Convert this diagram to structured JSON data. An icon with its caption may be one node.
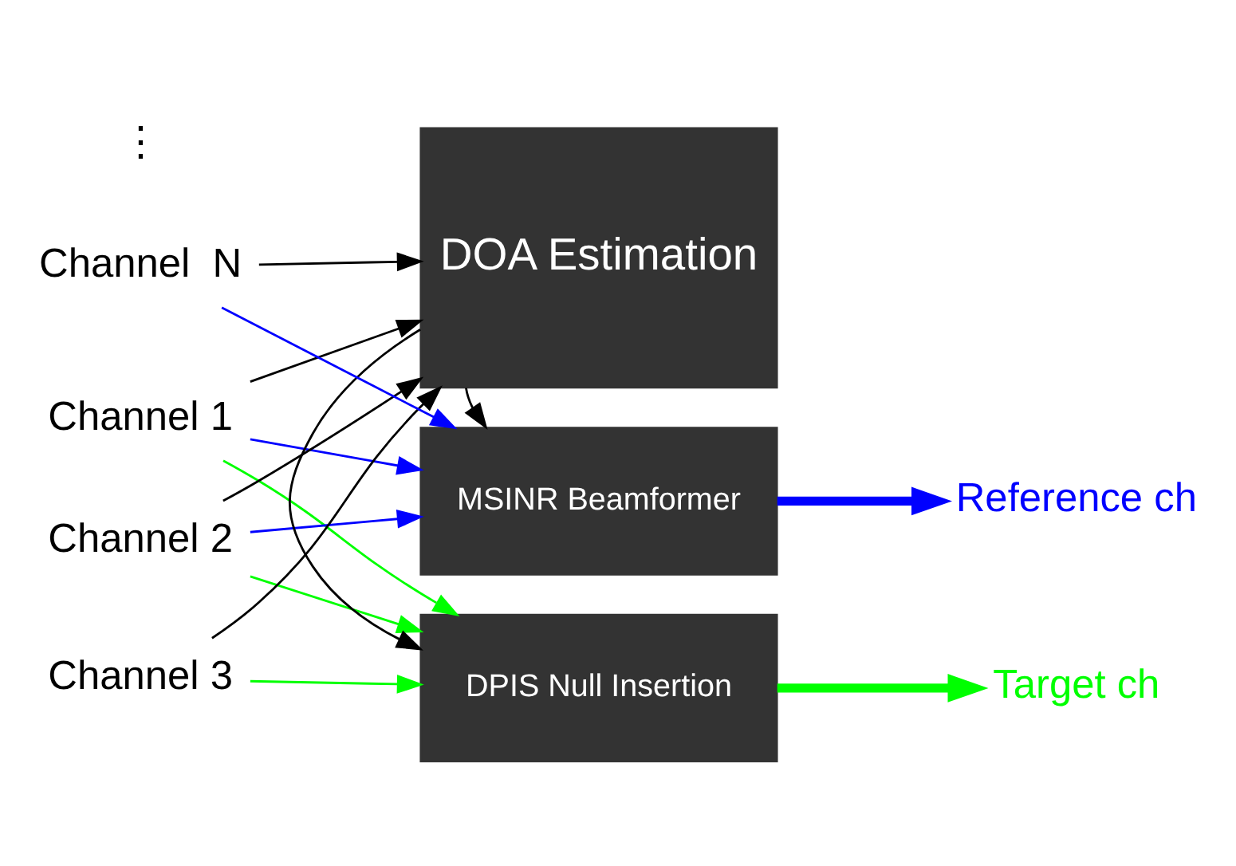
{
  "diagram": {
    "nodes": [
      {
        "text": [
          "MSINR Beamformer"
        ]
      },
      {
        "text": [
          "Reference ch"
        ]
      },
      {
        "text": [
          "Channel 1"
        ]
      },
      {
        "text": [
          "Channel 2"
        ]
      },
      {
        "text": [
          "Channel 3"
        ]
      },
      {
        "text": [
          "DOA Estimation"
        ]
      },
      {
        "text": [
          "Channel  N"
        ]
      },
      {
        "text": [
          "DPIS Null Insertion"
        ]
      },
      {
        "text": [
          "Target ch"
        ]
      }
    ],
    "edges": [
      {
        "from": 2,
        "to": 0,
        "arrow": "to",
        "color": "#0000ff"
      },
      {
        "from": 3,
        "to": 0,
        "arrow": "to",
        "color": "#0000ff"
      },
      {
        "from": 6,
        "to": 0,
        "arrow": "to",
        "color": "#0000ff"
      },
      {
        "from": 2,
        "to": 5,
        "arrow": "to"
      },
      {
        "from": 3,
        "to": 5,
        "arrow": "to"
      },
      {
        "from": 4,
        "to": 5,
        "arrow": "to"
      },
      {
        "from": 6,
        "to": 5,
        "arrow": "to"
      },
      {
        "from": 5,
        "to": 0,
        "arrow": "to"
      },
      {
        "from": 5,
        "to": 7,
        "arrow": "to"
      },
      {
        "from": 2,
        "to": 7,
        "arrow": "to",
        "color": "#00ff00"
      },
      {
        "from": 3,
        "to": 7,
        "arrow": "to",
        "color": "#00ff00"
      },
      {
        "from": 4,
        "to": 7,
        "arrow": "to",
        "color": "#00ff00"
      },
      {
        "from": 0,
        "to": 1,
        "arrow": "to",
        "style": "thick",
        "color": "#0000ff"
      },
      {
        "from": 7,
        "to": 8,
        "arrow": "to",
        "style": "thick",
        "color": "#00ff00"
      }
    ],
    "labels": [
      "⋮"
    ]
  }
}
